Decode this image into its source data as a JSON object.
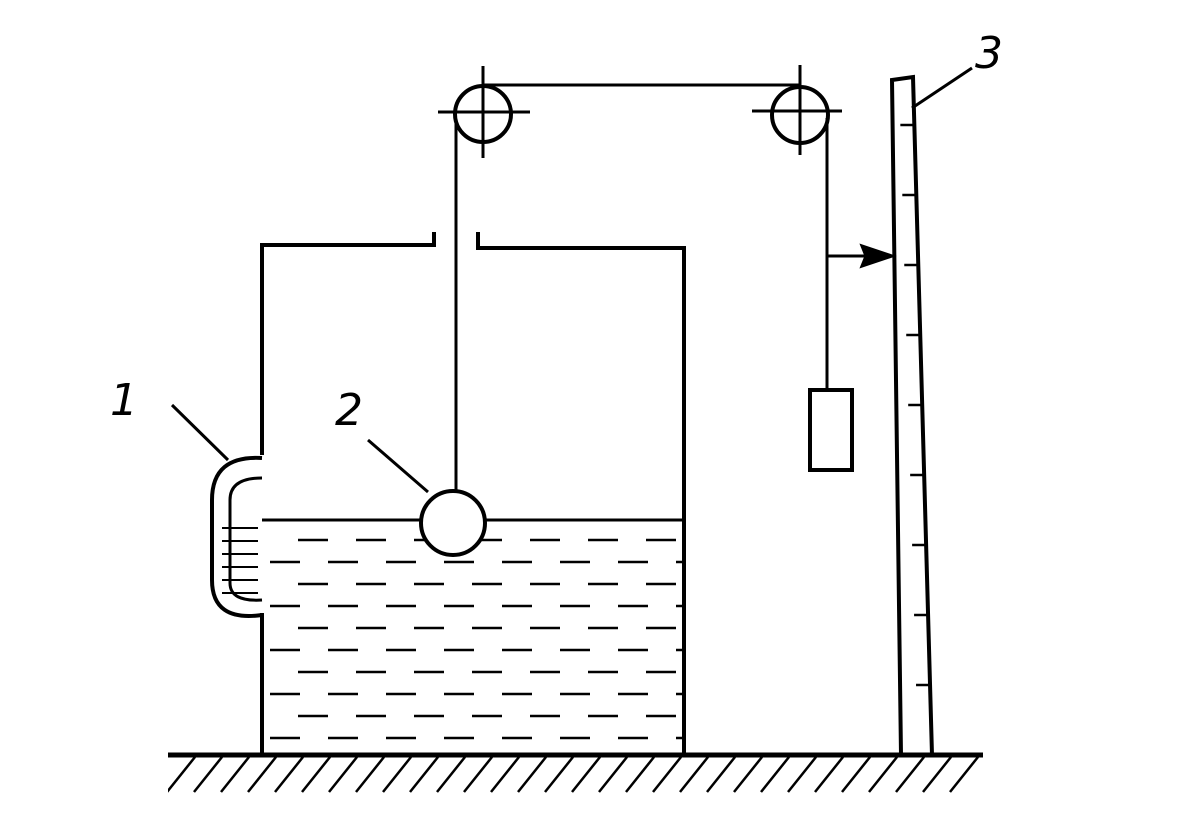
{
  "labels": {
    "gauge_glass": "1",
    "float": "2",
    "scale": "3"
  },
  "colors": {
    "ink": "#000000",
    "background": "#ffffff"
  }
}
